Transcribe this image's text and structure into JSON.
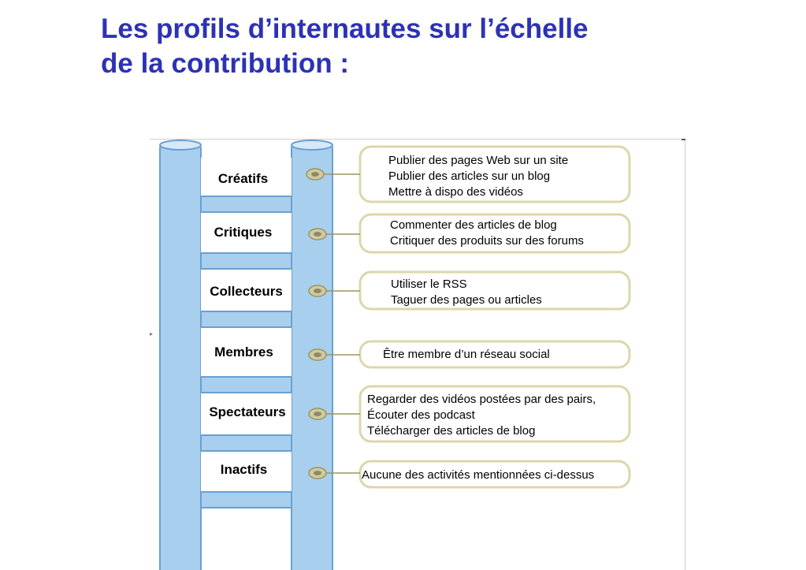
{
  "title": {
    "line1": "Les profils d’internautes sur l’échelle",
    "line2": "de la contribution :"
  },
  "profiles": [
    {
      "label": "Créatifs",
      "activities": [
        "Publier des pages Web sur un site",
        "Publier des articles sur un blog",
        "Mettre à dispo des vidéos"
      ]
    },
    {
      "label": "Critiques",
      "activities": [
        "Commenter des articles de blog",
        "Critiquer des produits sur des forums"
      ]
    },
    {
      "label": "Collecteurs",
      "activities": [
        "Utiliser le RSS",
        "Taguer des pages ou articles"
      ]
    },
    {
      "label": "Membres",
      "activities": [
        "Être membre d’un réseau social"
      ]
    },
    {
      "label": "Spectateurs",
      "activities": [
        "Regarder des vidéos postées par des pairs,",
        "Écouter des podcast",
        "Télécharger des articles de blog"
      ]
    },
    {
      "label": "Inactifs",
      "activities": [
        "Aucune des activités mentionnées ci-dessus"
      ]
    }
  ],
  "colors": {
    "title": "#2d32b4",
    "ladder_fill": "#a9cfee",
    "ladder_stroke": "#6a9fd3",
    "callout_stroke": "#dcd7ab",
    "connector": "#9a9560"
  }
}
